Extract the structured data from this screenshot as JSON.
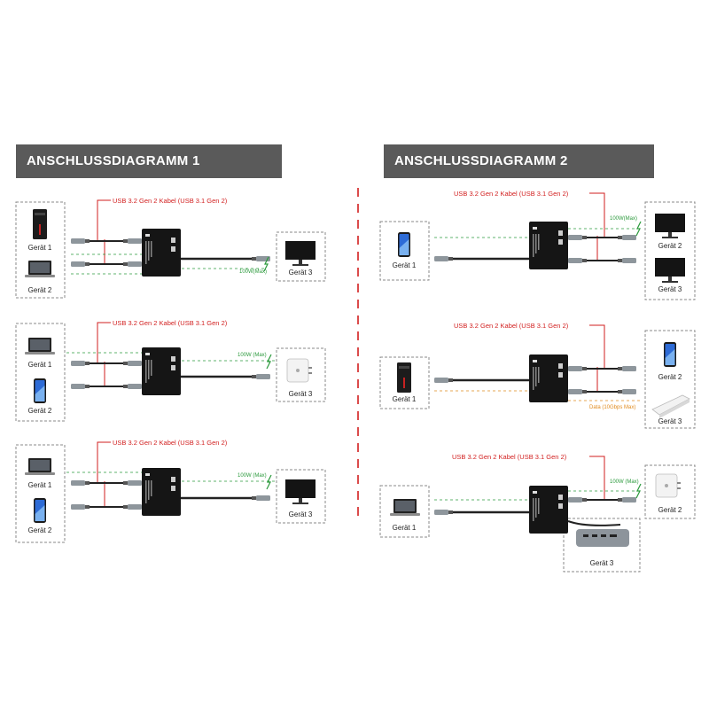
{
  "section1": {
    "title": "ANSCHLUSSDIAGRAMM 1",
    "rows": [
      {
        "cable_note": "USB 3.2 Gen 2 Kabel (USB 3.1 Gen 2)",
        "device1": "Gerät 1",
        "device2": "Gerät 2",
        "device3": "Gerät 3",
        "power": "100W(Max)"
      },
      {
        "cable_note": "USB 3.2 Gen 2 Kabel (USB 3.1 Gen 2)",
        "device1": "Gerät 1",
        "device2": "Gerät 2",
        "device3": "Gerät 3",
        "power": "100W (Max)"
      },
      {
        "cable_note": "USB 3.2 Gen 2 Kabel (USB 3.1 Gen 2)",
        "device1": "Gerät 1",
        "device2": "Gerät 2",
        "device3": "Gerät 3",
        "power": "100W (Max)"
      }
    ]
  },
  "section2": {
    "title": "ANSCHLUSSDIAGRAMM 2",
    "rows": [
      {
        "cable_note": "USB 3.2 Gen 2 Kabel (USB 3.1 Gen 2)",
        "device1": "Gerät 1",
        "device2": "Gerät 2",
        "device3": "Gerät 3",
        "power": "100W(Max)"
      },
      {
        "cable_note": "USB 3.2 Gen 2 Kabel (USB 3.1 Gen 2)",
        "device1": "Gerät 1",
        "device2": "Gerät 2",
        "device3": "Gerät 3",
        "data": "Data (10Gbps Max)"
      },
      {
        "cable_note": "USB 3.2 Gen 2 Kabel (USB 3.1 Gen 2)",
        "device1": "Gerät 1",
        "device2": "Gerät 2",
        "device3": "Gerät 3",
        "power": "100W (Max)"
      }
    ]
  },
  "colors": {
    "header": "#5a5a5a",
    "note": "#d21f1f",
    "power": "#2b9a3c",
    "data": "#e08a1c",
    "divider": "#d21f1f"
  }
}
